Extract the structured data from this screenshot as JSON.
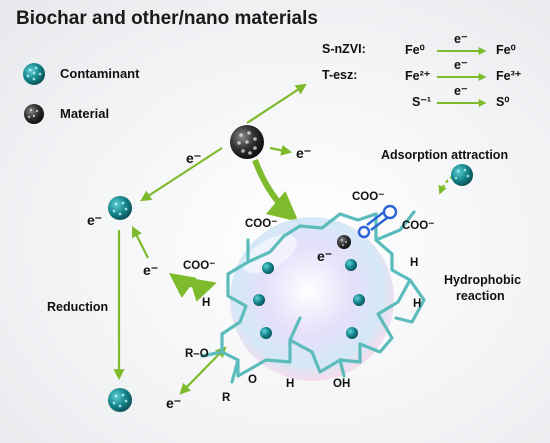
{
  "title": "Biochar and other/nano materials",
  "legend": {
    "contaminant": "Contaminant",
    "material": "Material"
  },
  "reactions": [
    {
      "name": "S-nZVI:",
      "reactant": "Fe⁰",
      "electron": "e⁻",
      "product": "Fe⁰"
    },
    {
      "name": "T-esz:",
      "reactant": "Fe²⁺",
      "electron": "e⁻",
      "product": "Fe³⁺"
    },
    {
      "name": "",
      "reactant": "S⁻¹",
      "electron": "e⁻",
      "product": "S⁰"
    }
  ],
  "labels": {
    "adsorption": "Adsorption attraction",
    "hydrophobic_1": "Hydrophobic",
    "hydrophobic_2": "reaction",
    "reduction": "Reduction",
    "electron": "e⁻"
  },
  "groups": {
    "coo": "COO⁻",
    "h": "H",
    "oh": "OH",
    "ro": "R–O",
    "r": "R",
    "o": "O"
  },
  "colors": {
    "arrow_green": "#7dbb2c",
    "network_teal": "#5cbcbc",
    "contaminant": "#14868c",
    "material": "#2b2b2b",
    "bond_blue": "#2b62d6"
  }
}
